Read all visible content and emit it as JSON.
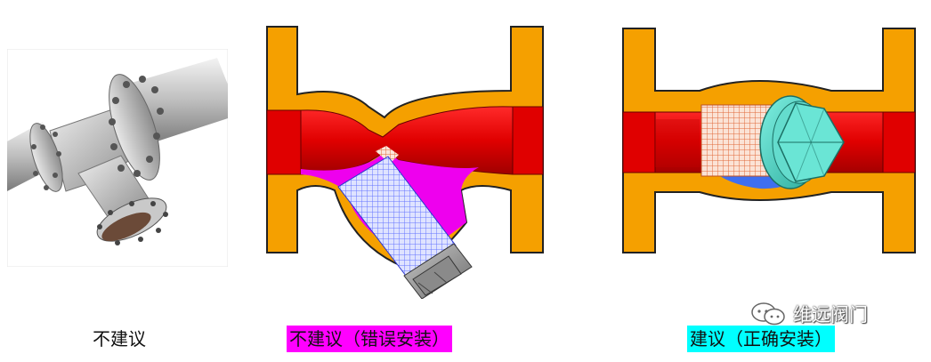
{
  "captions": {
    "left": "不建议",
    "middle": "不建议（错误安装）",
    "right": "建议（正确安装）"
  },
  "caption_colors": {
    "middle": "#ff00ff",
    "right": "#00ffff"
  },
  "watermark": {
    "text": "维远阀门",
    "icon": "chat-bubbles-icon"
  },
  "diagram_colors": {
    "valve_body": "#f5a000",
    "flow": "#e00000",
    "debris_zone": "#ee00ee",
    "filter_screen": "#7f8cff",
    "cap": "#52d7c6",
    "drain_zone": "#3f6ff0"
  }
}
